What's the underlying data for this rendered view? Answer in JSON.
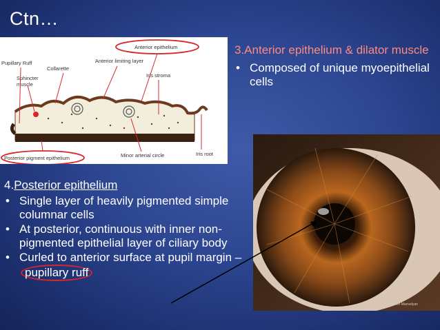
{
  "slide": {
    "title": "Ctn…"
  },
  "diagram": {
    "labels": {
      "anterior_epithelium": "Anterior epithelium",
      "pupillary_ruff": "Pupillary Ruff",
      "collarette": "Collarette",
      "anterior_limiting_layer": "Anterior limiting layer",
      "sphincter_muscle": "Sphincter\nmuscle",
      "iris_stroma": "Iris stroma",
      "posterior_pigment_epithelium": "Posterior pigment epithelium",
      "minor_arterial_circle": "Minor arterial circle",
      "iris_root": "Iris root"
    },
    "colors": {
      "annotation_red": "#d9262e",
      "tissue_brown": "#6b3a1f",
      "stroma": "#f3eddc"
    }
  },
  "anterior": {
    "heading": "3.Anterior epithelium & dilator muscle",
    "bullets": [
      "Composed of unique myoepithelial cells"
    ]
  },
  "posterior": {
    "heading_number": "4.",
    "heading_text": "Posterior epithelium",
    "bullets": [
      "Single layer of heavily pigmented simple columnar cells",
      "At posterior, continuous with inner non-pigmented epithelial layer of ciliary body"
    ],
    "last_bullet_text": "Curled to anterior surface at pupil margin –",
    "ruff_label": "pupillary ruff"
  },
  "photo": {
    "subject": "close-up-iris-photo",
    "credit": "Soren Manvelyan"
  }
}
